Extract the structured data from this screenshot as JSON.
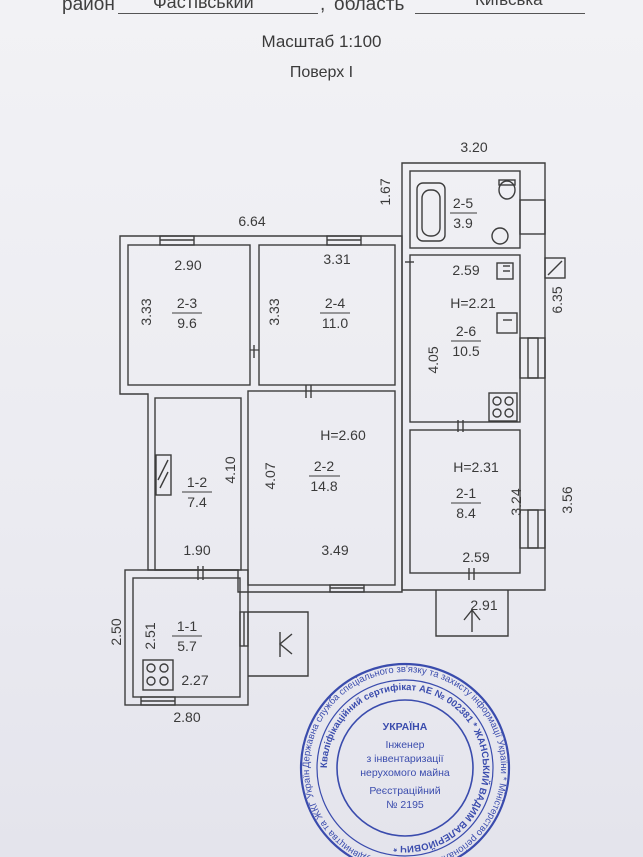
{
  "header": {
    "district_label": "район",
    "district_value": "Фастівський",
    "comma": ",",
    "region_label": "область",
    "region_value": "Київська"
  },
  "title": {
    "scale": "Масштаб 1:100",
    "floor": "Поверх I"
  },
  "rooms": [
    {
      "id": "2-3",
      "area": "9.6",
      "width": "2.90",
      "depth": "3.33"
    },
    {
      "id": "2-4",
      "area": "11.0",
      "width": "3.31",
      "depth": "3.33"
    },
    {
      "id": "2-5",
      "area": "3.9"
    },
    {
      "id": "2-6",
      "area": "10.5",
      "width": "2.59",
      "depth": "4.05",
      "height": "H=2.21"
    },
    {
      "id": "1-2",
      "area": "7.4",
      "width": "1.90",
      "depth": "4.10"
    },
    {
      "id": "2-2",
      "area": "14.8",
      "width": "3.49",
      "depth": "4.07",
      "height": "H=2.60"
    },
    {
      "id": "2-1",
      "area": "8.4",
      "width": "2.59",
      "depth": "3.24",
      "height": "H=2.31"
    },
    {
      "id": "1-1",
      "area": "5.7",
      "width": "2.27",
      "depth": "2.51"
    }
  ],
  "dimensions": {
    "total_width": "6.64",
    "annex_width": "3.20",
    "annex_offset": "1.67",
    "right_upper": "6.35",
    "right_lower": "3.56",
    "porch_width": "2.91",
    "vestibule_width": "2.80",
    "vestibule_height": "2.50"
  },
  "stamp": {
    "ring_outer": "Державна служба спеціального зв'язку та захисту інформації України * Міністерство регіонального розвитку, будівництва та ЖКГ України",
    "ring_inner": "Кваліфікаційний сертифікат АЕ № 002381 * ЖАНСЬКИЙ ВАДИМ ВАЛЕРІЙОВИЧ *",
    "center_lines": [
      "УКРАЇНА",
      "Інженер",
      "з інвентаризації",
      "нерухомого майна",
      "Реєстраційний",
      "№ 2195"
    ]
  }
}
